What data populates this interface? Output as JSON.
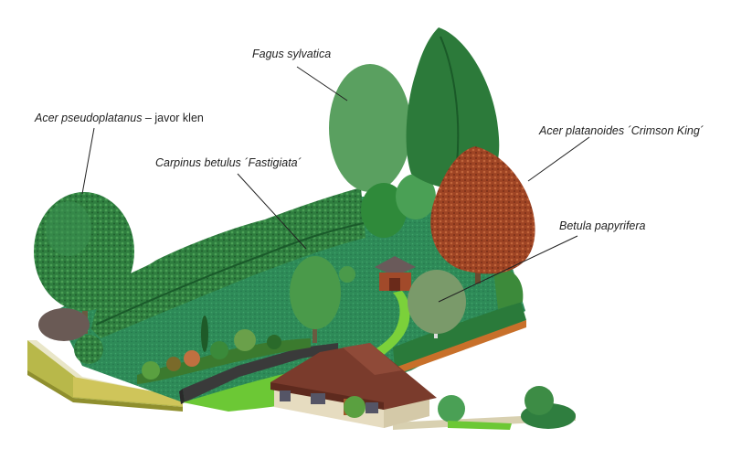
{
  "labels": [
    {
      "id": "acer-pseudoplatanus",
      "species": "Acer pseudoplatanus",
      "suffix": " – javor klen"
    },
    {
      "id": "fagus-sylvatica",
      "species": "Fagus sylvatica",
      "suffix": ""
    },
    {
      "id": "carpinus-betulus",
      "species": "Carpinus betulus ´Fastigiata´",
      "suffix": ""
    },
    {
      "id": "acer-platanoides",
      "species": "Acer platanoides ´Crimson King´",
      "suffix": ""
    },
    {
      "id": "betula-papyrifera",
      "species": "Betula papyrifera",
      "suffix": ""
    }
  ],
  "colors": {
    "lawn": "#2f8a4a",
    "hedge": "#1f6b34",
    "path": "#7bd13a",
    "roof": "#7a3b2c",
    "wall": "#e6dcc0",
    "crimson": "#a64b2a",
    "conifer": "#2c7a3a",
    "terrace": "#c9b84a"
  }
}
